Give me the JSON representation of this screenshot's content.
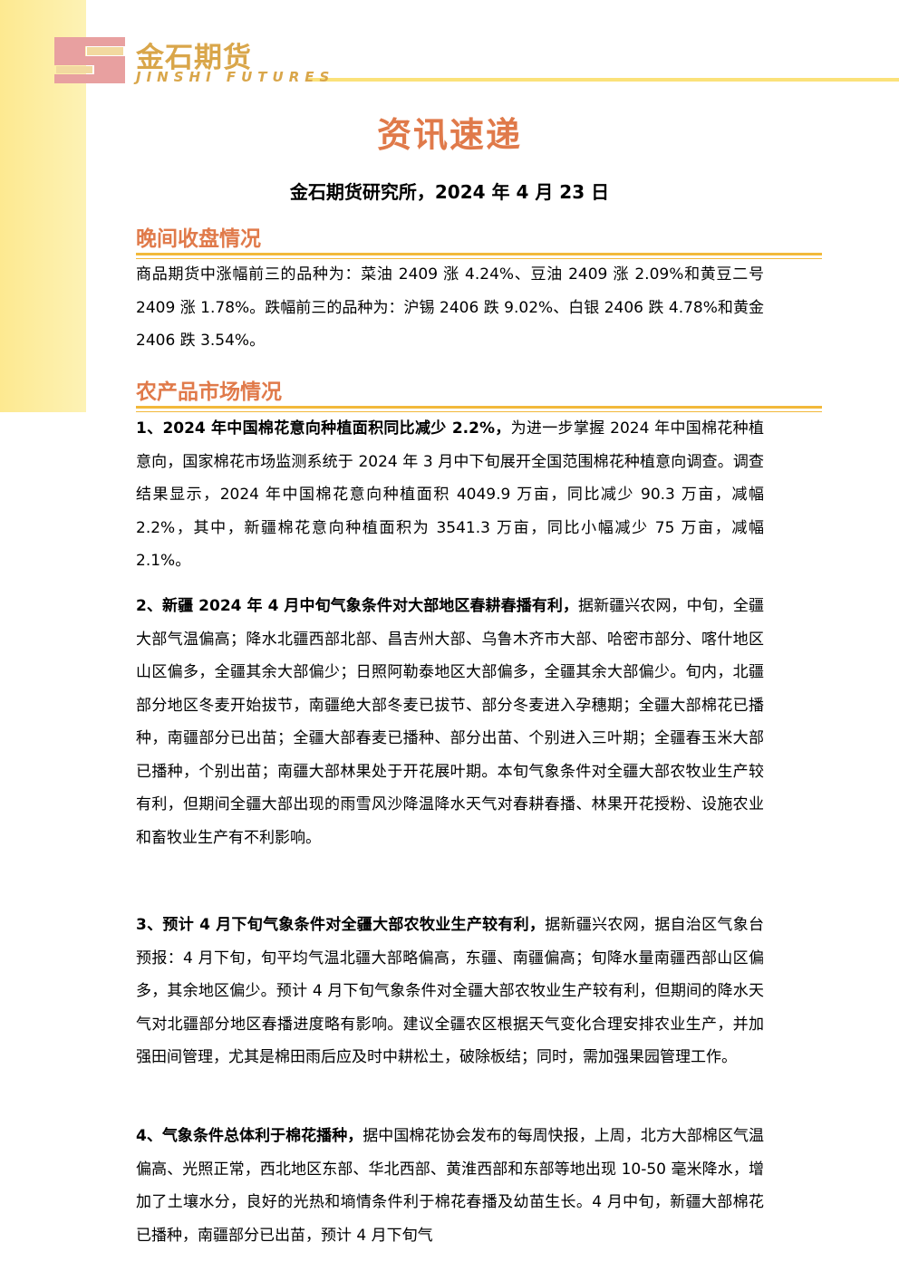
{
  "logo": {
    "name_cn": "金石期货",
    "name_en": "JINSHI FUTURES"
  },
  "title": "资讯速递",
  "subtitle": "金石期货研究所，2024 年 4 月 23 日",
  "sections": {
    "night_close": {
      "heading": "晚间收盘情况",
      "text": "商品期货中涨幅前三的品种为：菜油 2409 涨 4.24%、豆油 2409 涨 2.09%和黄豆二号 2409 涨 1.78%。跌幅前三的品种为：沪锡 2406 跌 9.02%、白银 2406 跌 4.78%和黄金 2406 跌 3.54%。"
    },
    "agri": {
      "heading": "农产品市场情况",
      "items": [
        {
          "lead": "1、2024 年中国棉花意向种植面积同比减少 2.2%，",
          "text": "为进一步掌握 2024 年中国棉花种植意向，国家棉花市场监测系统于 2024 年 3 月中下旬展开全国范围棉花种植意向调查。调查结果显示，2024 年中国棉花意向种植面积 4049.9 万亩，同比减少 90.3 万亩，减幅 2.2%，其中，新疆棉花意向种植面积为 3541.3 万亩，同比小幅减少 75 万亩，减幅 2.1%。"
        },
        {
          "lead": "2、新疆 2024 年 4 月中旬气象条件对大部地区春耕春播有利，",
          "text": "据新疆兴农网，中旬，全疆大部气温偏高；降水北疆西部北部、昌吉州大部、乌鲁木齐市大部、哈密市部分、喀什地区山区偏多，全疆其余大部偏少；日照阿勒泰地区大部偏多，全疆其余大部偏少。旬内，北疆部分地区冬麦开始拔节，南疆绝大部冬麦已拔节、部分冬麦进入孕穗期；全疆大部棉花已播种，南疆部分已出苗；全疆大部春麦已播种、部分出苗、个别进入三叶期；全疆春玉米大部已播种，个别出苗；南疆大部林果处于开花展叶期。本旬气象条件对全疆大部农牧业生产较有利，但期间全疆大部出现的雨雪风沙降温降水天气对春耕春播、林果开花授粉、设施农业和畜牧业生产有不利影响。"
        },
        {
          "lead": "3、预计 4 月下旬气象条件对全疆大部农牧业生产较有利，",
          "text": "据新疆兴农网，据自治区气象台预报：4 月下旬，旬平均气温北疆大部略偏高，东疆、南疆偏高；旬降水量南疆西部山区偏多，其余地区偏少。预计 4 月下旬气象条件对全疆大部农牧业生产较有利，但期间的降水天气对北疆部分地区春播进度略有影响。建议全疆农区根据天气变化合理安排农业生产，并加强田间管理，尤其是棉田雨后应及时中耕松土，破除板结；同时，需加强果园管理工作。"
        },
        {
          "lead": "4、气象条件总体利于棉花播种，",
          "text": "据中国棉花协会发布的每周快报，上周，北方大部棉区气温偏高、光照正常，西北地区东部、华北西部、黄淮西部和东部等地出现 10-50 毫米降水，增加了土壤水分，良好的光热和墒情条件利于棉花春播及幼苗生长。4 月中旬，新疆大部棉花已播种，南疆部分已出苗，预计 4 月下旬气"
        }
      ]
    }
  }
}
